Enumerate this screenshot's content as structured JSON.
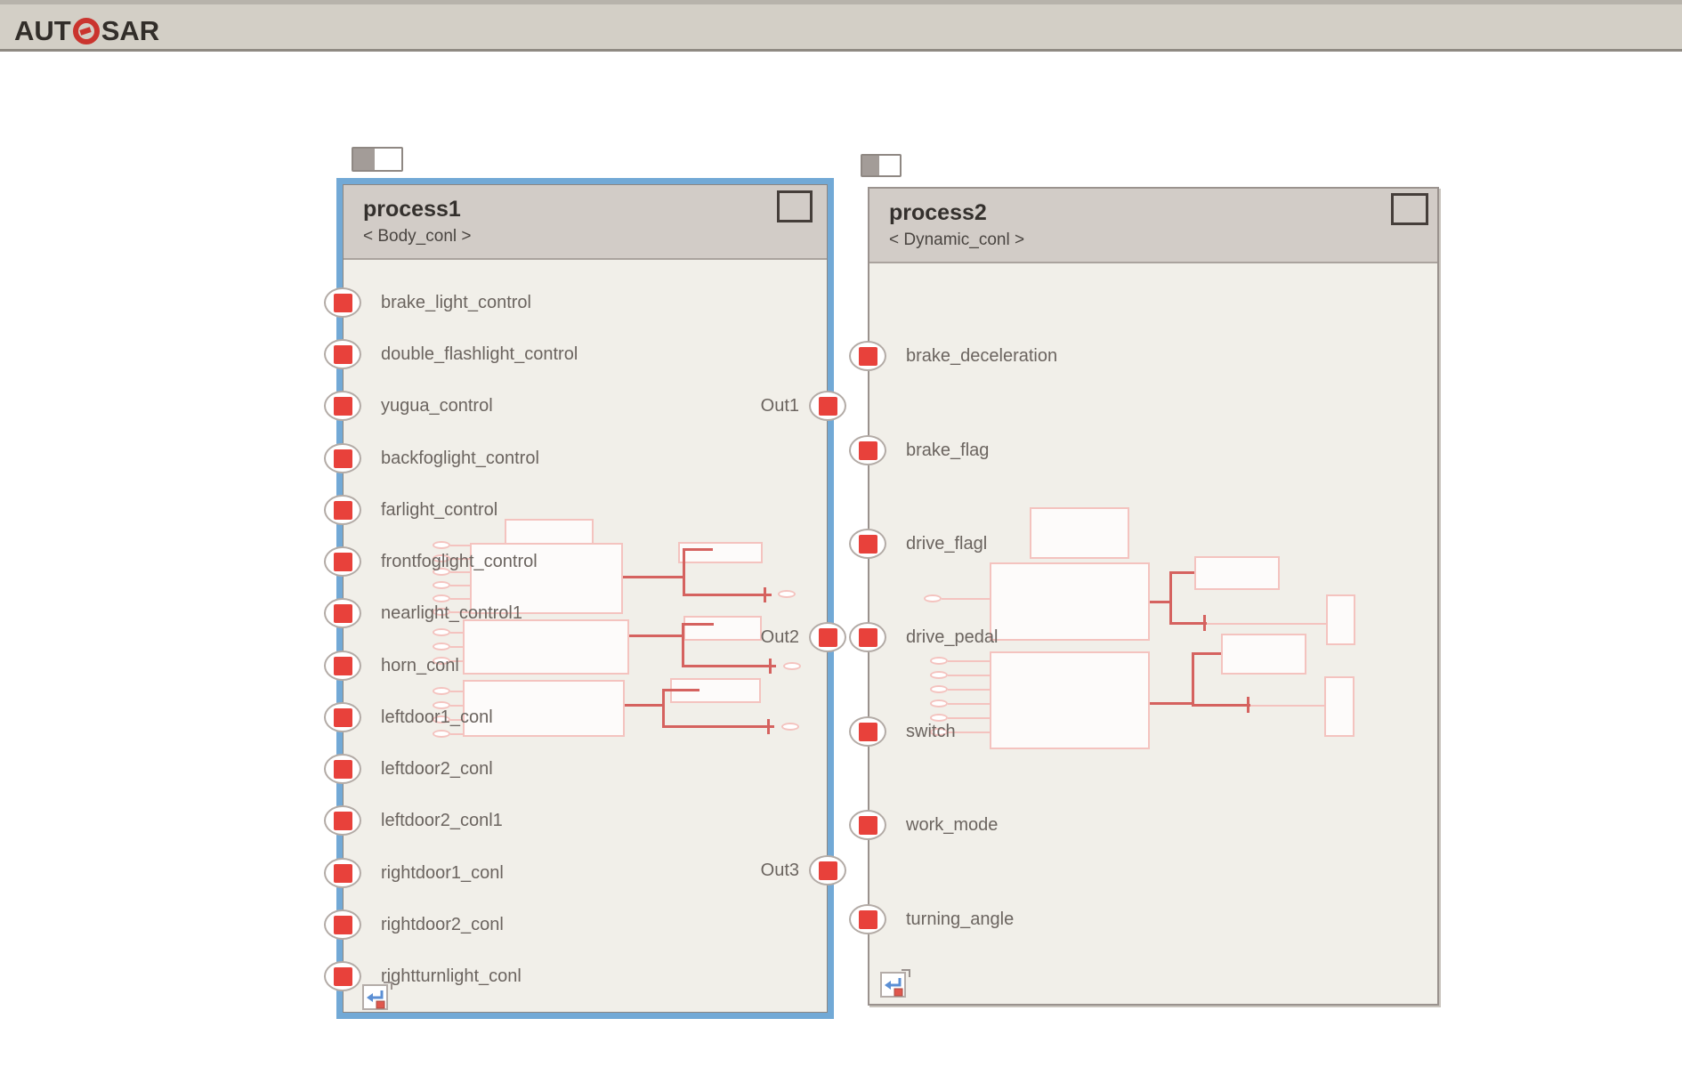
{
  "banner": {
    "logo_pre": "AUT",
    "logo_post": "SAR",
    "logo_o_icon": "autosar-red-ring-icon"
  },
  "process1": {
    "title": "process1",
    "type": "< Body_conl >",
    "selected": true,
    "left_ports": [
      "brake_light_control",
      "double_flashlight_control",
      "yugua_control",
      "backfoglight_control",
      "farlight_control",
      "frontfoglight_control",
      "nearlight_control1",
      "horn_conl",
      "leftdoor1_conl",
      "leftdoor2_conl",
      "leftdoor2_conl1",
      "rightdoor1_conl",
      "rightdoor2_conl",
      "rightturnlight_conl"
    ],
    "right_ports": [
      "Out1",
      "Out2",
      "Out3"
    ]
  },
  "process2": {
    "title": "process2",
    "type": "< Dynamic_conl >",
    "selected": false,
    "left_ports": [
      "brake_deceleration",
      "brake_flag",
      "drive_flagl",
      "drive_pedal",
      "switch",
      "work_mode",
      "turning_angle"
    ]
  },
  "icons": {
    "header_square": "subsystem-square-icon",
    "bottom_left": "model-link-icon",
    "tab": "tab-handle"
  },
  "colors": {
    "selection_blue": "#72a9d6",
    "port_red": "#e8413b",
    "header_gray": "#d2ccc7",
    "body_fill": "#f1efe9",
    "topbar_gray": "#d3cfc6",
    "sketch_pink": "#f4c3bf",
    "sketch_red": "#d5625f",
    "logo_red": "#ca342e"
  }
}
